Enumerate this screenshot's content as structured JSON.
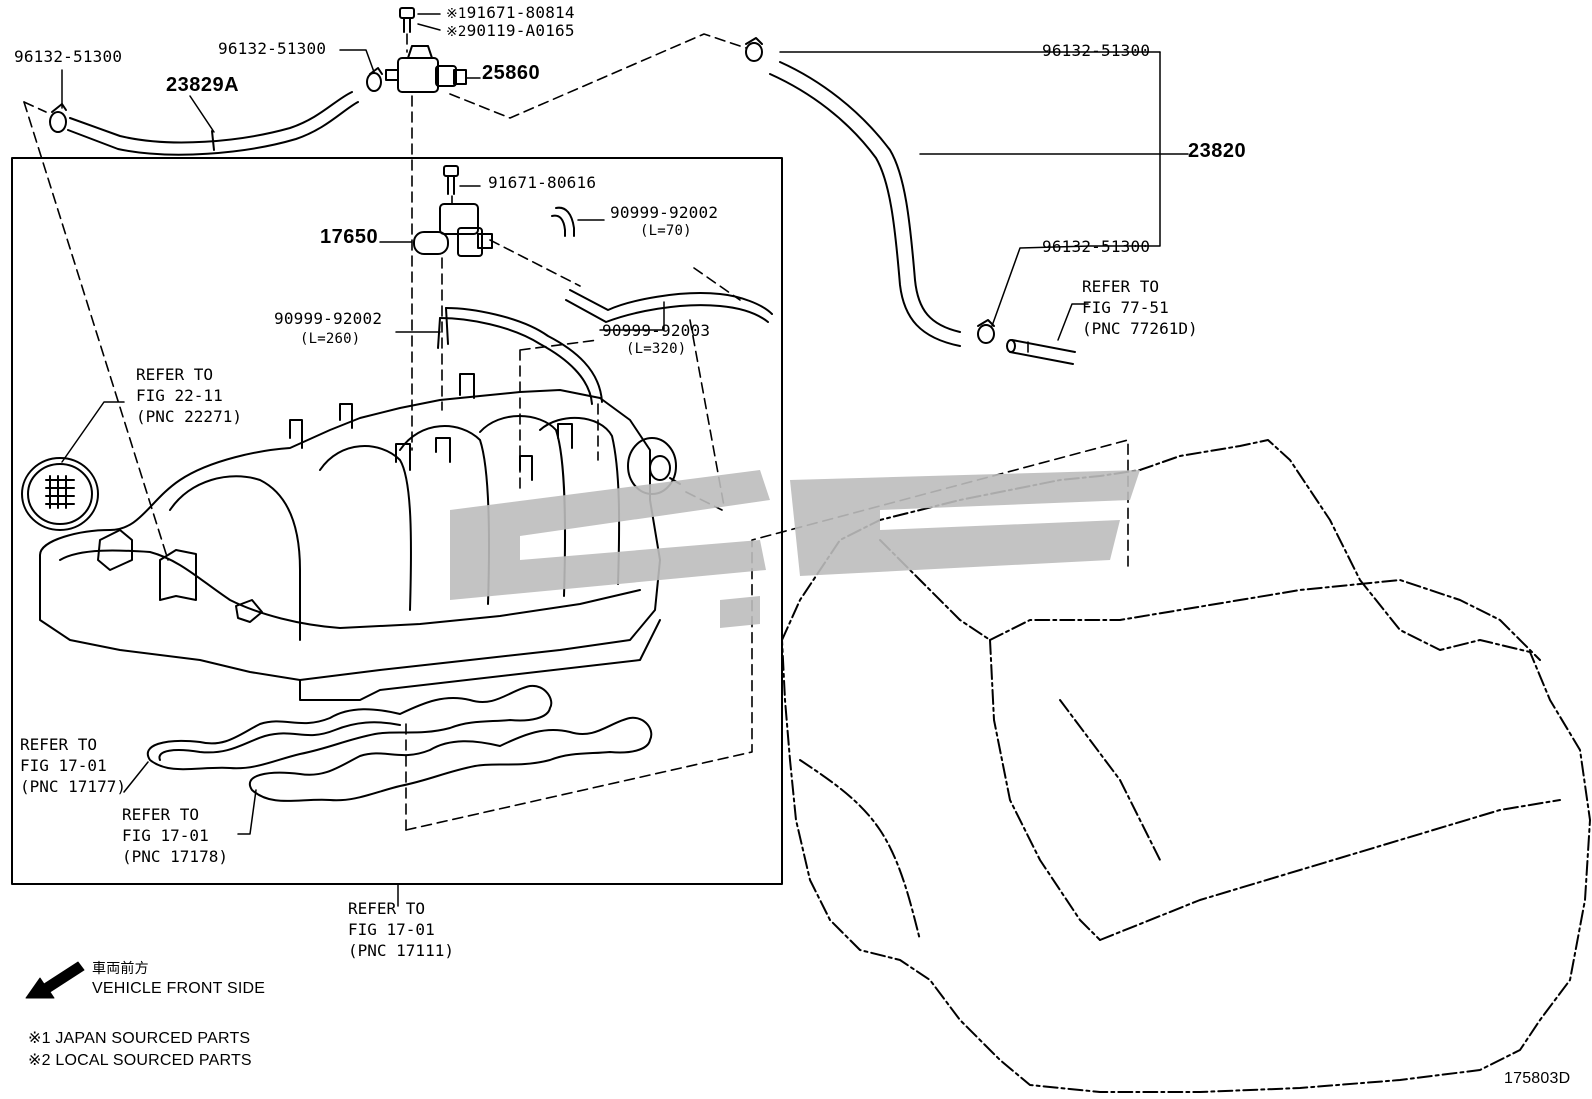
{
  "parts": {
    "clip_top_left": "96132-51300",
    "hose_a": "23829A",
    "clip_center": "96132-51300",
    "bolt_jp": "91671-80814",
    "bolt_local": "90119-A0165",
    "vsv": "25860",
    "clip_right_top": "96132-51300",
    "hose_assy": "23820",
    "clip_right_mid": "96132-51300",
    "bolt_2": "91671-80616",
    "sensor": "17650",
    "hose_70": "90999-92002",
    "hose_70_len": "(L=70)",
    "hose_260": "90999-92002",
    "hose_260_len": "(L=260)",
    "hose_320": "90999-92003",
    "hose_320_len": "(L=320)"
  },
  "marks": {
    "m1": "※1",
    "m2": "※2"
  },
  "refs": {
    "r77_l1": "REFER TO",
    "r77_l2": "FIG 77-51",
    "r77_l3": "(PNC 77261D)",
    "r22_l1": "REFER TO",
    "r22_l2": "FIG 22-11",
    "r22_l3": "(PNC 22271)",
    "r17177_l1": "REFER TO",
    "r17177_l2": "FIG 17-01",
    "r17177_l3": "(PNC 17177)",
    "r17178_l1": "REFER TO",
    "r17178_l2": "FIG 17-01",
    "r17178_l3": "(PNC 17178)",
    "r17111_l1": "REFER TO",
    "r17111_l2": "FIG 17-01",
    "r17111_l3": "(PNC 17111)"
  },
  "legend": {
    "front_jp": "車両前方",
    "front_en": "VEHICLE FRONT SIDE",
    "note1": "※1 JAPAN SOURCED PARTS",
    "note2": "※2 LOCAL SOURCED PARTS"
  },
  "figure_number": "175803D",
  "colors": {
    "line": "#000000",
    "watermark": "#bdbdbd",
    "background": "#ffffff"
  }
}
